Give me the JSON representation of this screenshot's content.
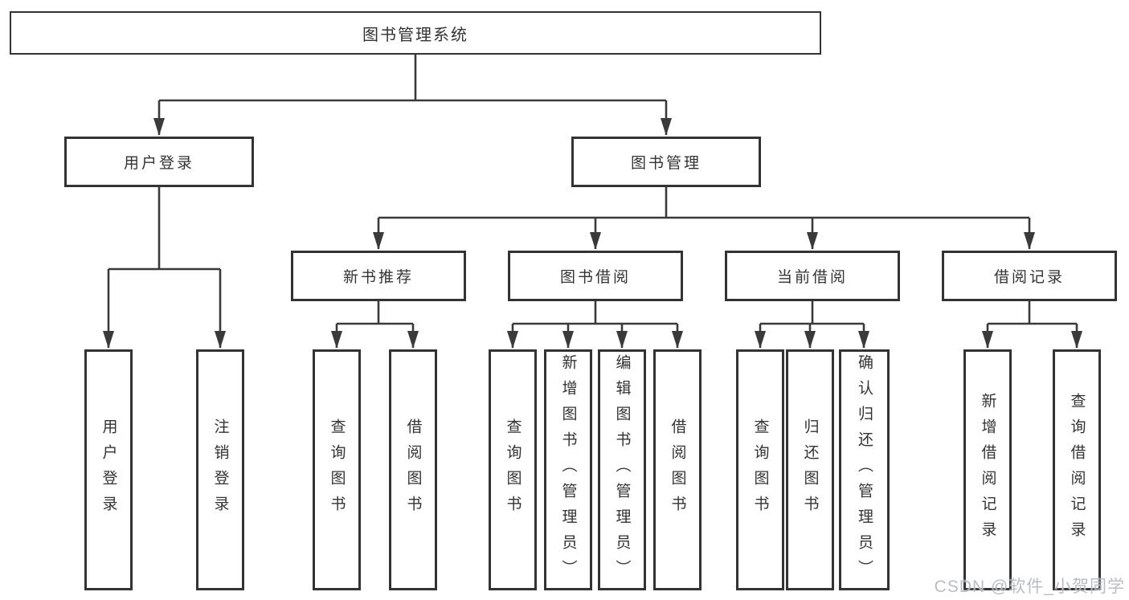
{
  "watermark": "CSDN @软件_小贺同学",
  "colors": {
    "background": "#ffffff",
    "line": "#3a3a3a",
    "box_border": "#333333",
    "text": "#333333",
    "watermark_text": "#adb2b9"
  },
  "orgchart": {
    "root": "图书管理系统",
    "user_login": {
      "label": "用户登录",
      "login": "用户登录",
      "logout": "注销登录"
    },
    "book_mgmt": {
      "label": "图书管理",
      "new_book_rec": {
        "label": "新书推荐",
        "query_books": "查询图书",
        "borrow_books": "借阅图书"
      },
      "book_borrow": {
        "label": "图书借阅",
        "query_books": "查询图书",
        "add_books": "新增图书（管理员）",
        "edit_books": "编辑图书（管理员）",
        "borrow_books": "借阅图书"
      },
      "current_borrow": {
        "label": "当前借阅",
        "query_books": "查询图书",
        "return_books": "归还图书",
        "confirm_return": "确认归还（管理员）"
      },
      "borrow_records": {
        "label": "借阅记录",
        "add_record": "新增借阅记录",
        "query_record": "查询借阅记录"
      }
    }
  }
}
